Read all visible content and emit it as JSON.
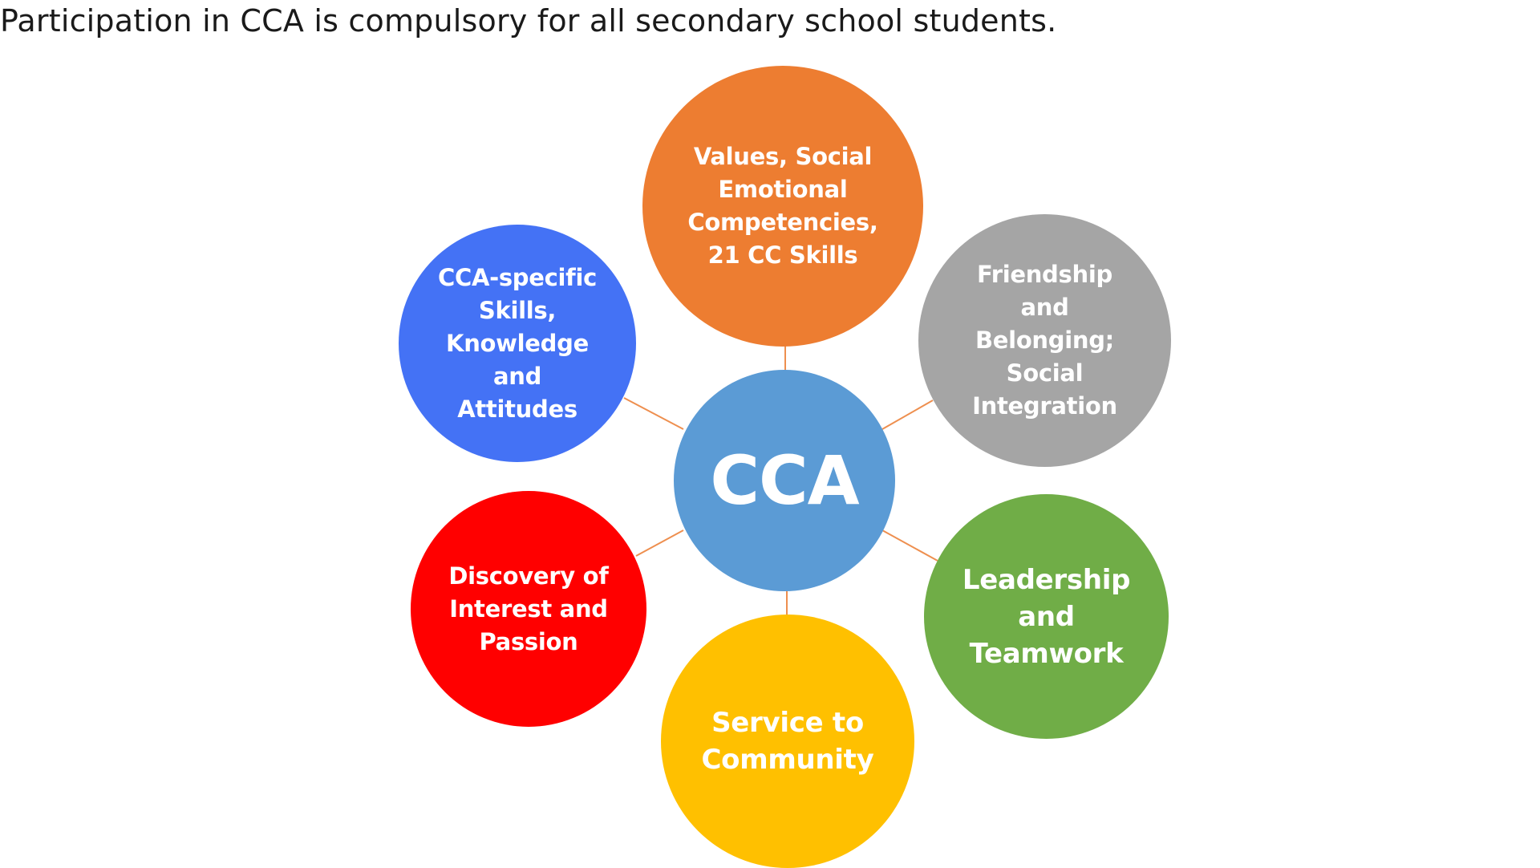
{
  "intro_text": "Participation in CCA is compulsory for all secondary school students.",
  "diagram": {
    "hub": {
      "label": "CCA",
      "color": "#5b9bd5"
    },
    "line_color": "#ee8f4f",
    "outcomes": [
      {
        "id": "values",
        "label": "Values, Social\nEmotional\nCompetencies,\n21 CC Skills",
        "color": "#ed7d31"
      },
      {
        "id": "friendship",
        "label": "Friendship\nand\nBelonging;\nSocial\nIntegration",
        "color": "#a5a5a5"
      },
      {
        "id": "leadership",
        "label": "Leadership\nand\nTeamwork",
        "color": "#70ad47"
      },
      {
        "id": "service",
        "label": "Service to\nCommunity",
        "color": "#ffc000"
      },
      {
        "id": "discovery",
        "label": "Discovery of\nInterest and\nPassion",
        "color": "#ff0000"
      },
      {
        "id": "skills",
        "label": "CCA-specific\nSkills,\nKnowledge\nand\nAttitudes",
        "color": "#4472f5"
      }
    ]
  }
}
